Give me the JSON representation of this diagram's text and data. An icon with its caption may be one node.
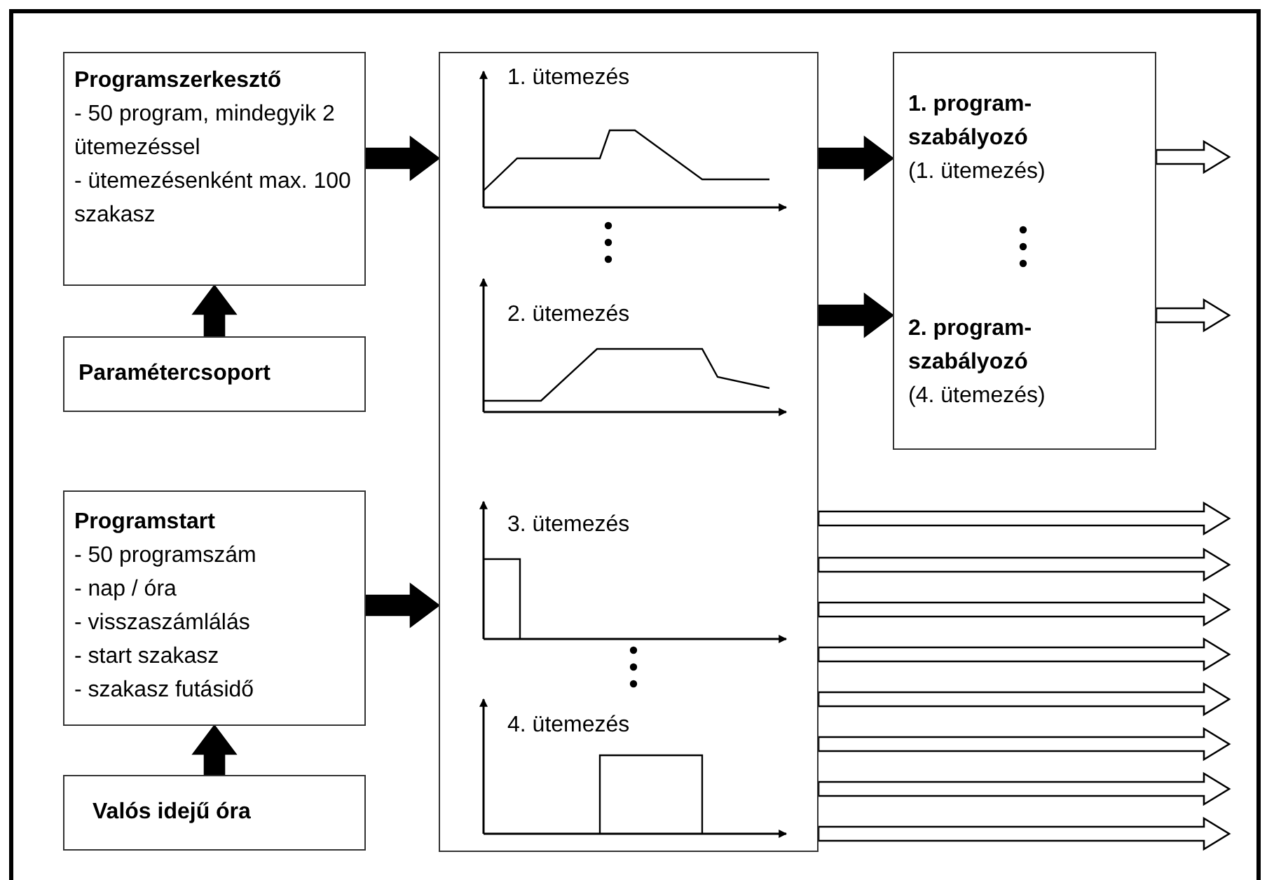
{
  "diagram": {
    "nodes": [
      {
        "text": [
          "Programszerkesztő",
          "- 50 program, mindegyik 2 ütemezéssel",
          "- ütemezésenként max. 100 szakasz"
        ]
      },
      {
        "text": [
          "Paramétercsoport"
        ]
      },
      {
        "text": [
          "Programstart",
          "- 50 programszám",
          "- nap / óra",
          "- visszaszámlálás",
          "- start szakasz",
          "- szakasz futásidő"
        ]
      },
      {
        "text": [
          "Valós idejű óra"
        ]
      },
      {
        "text": [
          "1. ütemezés",
          "2. ütemezés",
          "3. ütemezés",
          "4. ütemezés"
        ]
      },
      {
        "text": [
          "1. program- szabályozó",
          "(1. ütemezés)",
          "2. program- szabályozó",
          "(4. ütemezés)"
        ]
      }
    ],
    "edges": [
      {
        "from": 1,
        "to": 0,
        "arrow": "to",
        "style": "thick"
      },
      {
        "from": 0,
        "to": 4,
        "arrow": "to",
        "style": "thick"
      },
      {
        "from": 3,
        "to": 2,
        "arrow": "to",
        "style": "thick"
      },
      {
        "from": 2,
        "to": 4,
        "arrow": "to",
        "style": "thick"
      },
      {
        "from": 4,
        "to": 5,
        "arrow": "to",
        "style": "thick"
      },
      {
        "from": 4,
        "to": 5,
        "arrow": "to",
        "style": "thick"
      },
      {
        "from": 5,
        "to": null,
        "arrow": "to"
      },
      {
        "from": 5,
        "to": null,
        "arrow": "to"
      },
      {
        "from": 4,
        "to": null,
        "arrow": "to"
      },
      {
        "from": 4,
        "to": null,
        "arrow": "to"
      },
      {
        "from": 4,
        "to": null,
        "arrow": "to"
      },
      {
        "from": 4,
        "to": null,
        "arrow": "to"
      },
      {
        "from": 4,
        "to": null,
        "arrow": "to"
      },
      {
        "from": 4,
        "to": null,
        "arrow": "to"
      },
      {
        "from": 4,
        "to": null,
        "arrow": "to"
      },
      {
        "from": 4,
        "to": null,
        "arrow": "to"
      }
    ]
  }
}
